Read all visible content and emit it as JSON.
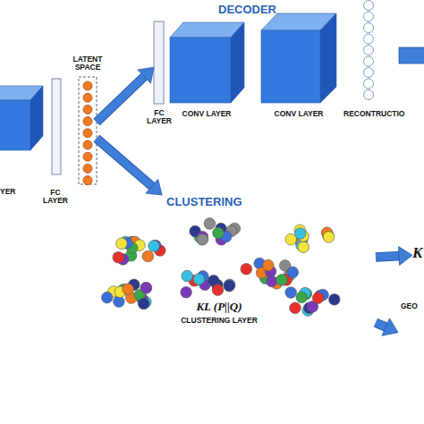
{
  "diagram": {
    "nodes": [
      {
        "text": [
          "YER"
        ]
      },
      {
        "text": [
          "FC LAYER"
        ]
      },
      {
        "text": [
          "LATENT SPACE"
        ]
      },
      {
        "text": [
          "FC LAYER"
        ]
      },
      {
        "text": [
          "CONV LAYER"
        ]
      },
      {
        "text": [
          "CONV LAYER"
        ]
      },
      {
        "text": [
          "RECONTRUCTIO"
        ]
      },
      {
        "text": [
          "CLUSTERING",
          "KL (P||Q)",
          "CLUSTERING LAYER"
        ]
      },
      {
        "text": [
          "K"
        ]
      },
      {
        "text": [
          "GEO"
        ]
      }
    ],
    "edges": [
      {
        "from": 2,
        "to": 3,
        "arrow": "to"
      },
      {
        "from": 2,
        "to": 7,
        "arrow": "to"
      },
      {
        "from": 7,
        "to": 8,
        "arrow": "to"
      },
      {
        "from": 7,
        "to": 9,
        "arrow": "to"
      }
    ],
    "labels": [
      "DECODER"
    ]
  }
}
